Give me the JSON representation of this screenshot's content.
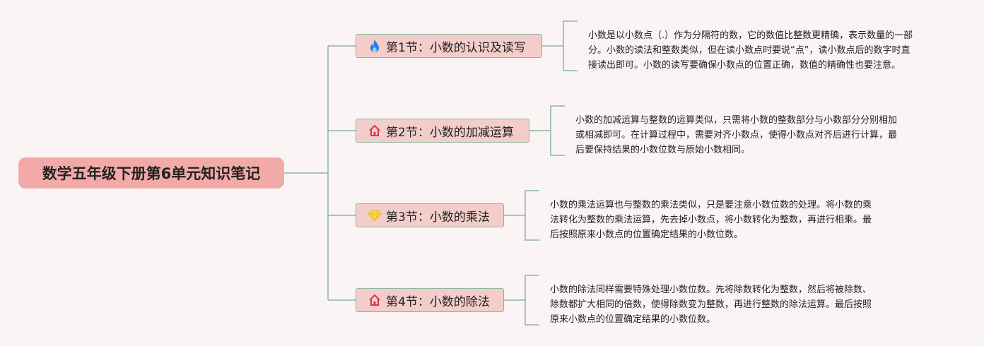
{
  "title": "数学五年级下册第6单元知识笔记",
  "sections": [
    {
      "icon": "fire-icon",
      "label": "第1节：小数的认识及读写",
      "note_lines": [
        "小数是以小数点（.）作为分隔符的数，它的数值比整数更精确，表示数量的一部",
        "分。小数的读法和整数类似，但在读小数点时要说“点”，读小数点后的数字时直",
        "接读出即可。小数的读写要确保小数点的位置正确，数值的精确性也要注意。"
      ]
    },
    {
      "icon": "home-icon",
      "label": "第2节：小数的加减运算",
      "note_lines": [
        "小数的加减运算与整数的运算类似，只需将小数的整数部分与小数部分分别相加",
        "或相减即可。在计算过程中，需要对齐小数点，使得小数点对齐后进行计算，最",
        "后要保持结果的小数位数与原始小数相同。"
      ]
    },
    {
      "icon": "diamond-icon",
      "label": "第3节：小数的乘法",
      "note_lines": [
        "小数的乘法运算也与整数的乘法类似，只是要注意小数位数的处理。将小数的乘",
        "法转化为整数的乘法运算，先去掉小数点，将小数转化为整数，再进行相乘。最",
        "后按照原来小数点的位置确定结果的小数位数。"
      ]
    },
    {
      "icon": "home-icon",
      "label": "第4节：小数的除法",
      "note_lines": [
        "小数的除法同样需要特殊处理小数位数。先将除数转化为整数，然后将被除数、",
        "除数都扩大相同的倍数，使得除数变为整数，再进行整数的除法运算。最后按照",
        "原来小数点的位置确定结果的小数位数。"
      ]
    }
  ],
  "colors": {
    "root_fill": "#f2aaa8",
    "section_fill": "#f2cdc9",
    "connector": "#8db5a4",
    "background": "#fbf4f4"
  }
}
